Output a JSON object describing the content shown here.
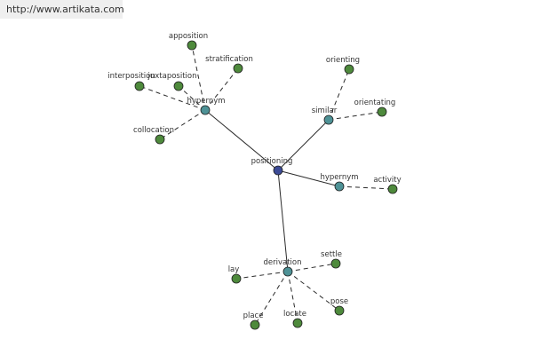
{
  "header": {
    "url": "http://www.artikata.com"
  },
  "colors": {
    "center": "#3c4b96",
    "hub": "#4e9296",
    "leaf": "#4e8a3c",
    "edge": "#2a2a2a"
  },
  "graph": {
    "nodes": [
      {
        "id": "positioning",
        "label": "positioning",
        "kind": "center"
      },
      {
        "id": "hypernym_top",
        "label": "hypernym",
        "kind": "hub"
      },
      {
        "id": "similar",
        "label": "similar",
        "kind": "hub"
      },
      {
        "id": "hypernym_right",
        "label": "hypernym",
        "kind": "hub"
      },
      {
        "id": "derivation",
        "label": "derivation",
        "kind": "hub"
      },
      {
        "id": "apposition",
        "label": "apposition",
        "kind": "leaf"
      },
      {
        "id": "stratification",
        "label": "stratification",
        "kind": "leaf"
      },
      {
        "id": "interposition",
        "label": "interposition",
        "kind": "leaf"
      },
      {
        "id": "juxtaposition",
        "label": "juxtaposition",
        "kind": "leaf"
      },
      {
        "id": "collocation",
        "label": "collocation",
        "kind": "leaf"
      },
      {
        "id": "orienting",
        "label": "orienting",
        "kind": "leaf"
      },
      {
        "id": "orientating",
        "label": "orientating",
        "kind": "leaf"
      },
      {
        "id": "activity",
        "label": "activity",
        "kind": "leaf"
      },
      {
        "id": "settle",
        "label": "settle",
        "kind": "leaf"
      },
      {
        "id": "lay",
        "label": "lay",
        "kind": "leaf"
      },
      {
        "id": "pose",
        "label": "pose",
        "kind": "leaf"
      },
      {
        "id": "place",
        "label": "place",
        "kind": "leaf"
      },
      {
        "id": "locate",
        "label": "locate",
        "kind": "leaf"
      }
    ],
    "edges": [
      {
        "from": "positioning",
        "to": "hypernym_top",
        "style": "solid"
      },
      {
        "from": "positioning",
        "to": "similar",
        "style": "solid"
      },
      {
        "from": "positioning",
        "to": "hypernym_right",
        "style": "solid"
      },
      {
        "from": "positioning",
        "to": "derivation",
        "style": "solid"
      },
      {
        "from": "hypernym_top",
        "to": "apposition",
        "style": "dashed"
      },
      {
        "from": "hypernym_top",
        "to": "stratification",
        "style": "dashed"
      },
      {
        "from": "hypernym_top",
        "to": "interposition",
        "style": "dashed"
      },
      {
        "from": "hypernym_top",
        "to": "juxtaposition",
        "style": "dashed"
      },
      {
        "from": "hypernym_top",
        "to": "collocation",
        "style": "dashed"
      },
      {
        "from": "similar",
        "to": "orienting",
        "style": "dashed"
      },
      {
        "from": "similar",
        "to": "orientating",
        "style": "dashed"
      },
      {
        "from": "hypernym_right",
        "to": "activity",
        "style": "dashed"
      },
      {
        "from": "derivation",
        "to": "settle",
        "style": "dashed"
      },
      {
        "from": "derivation",
        "to": "lay",
        "style": "dashed"
      },
      {
        "from": "derivation",
        "to": "pose",
        "style": "dashed"
      },
      {
        "from": "derivation",
        "to": "place",
        "style": "dashed"
      },
      {
        "from": "derivation",
        "to": "locate",
        "style": "dashed"
      }
    ]
  }
}
